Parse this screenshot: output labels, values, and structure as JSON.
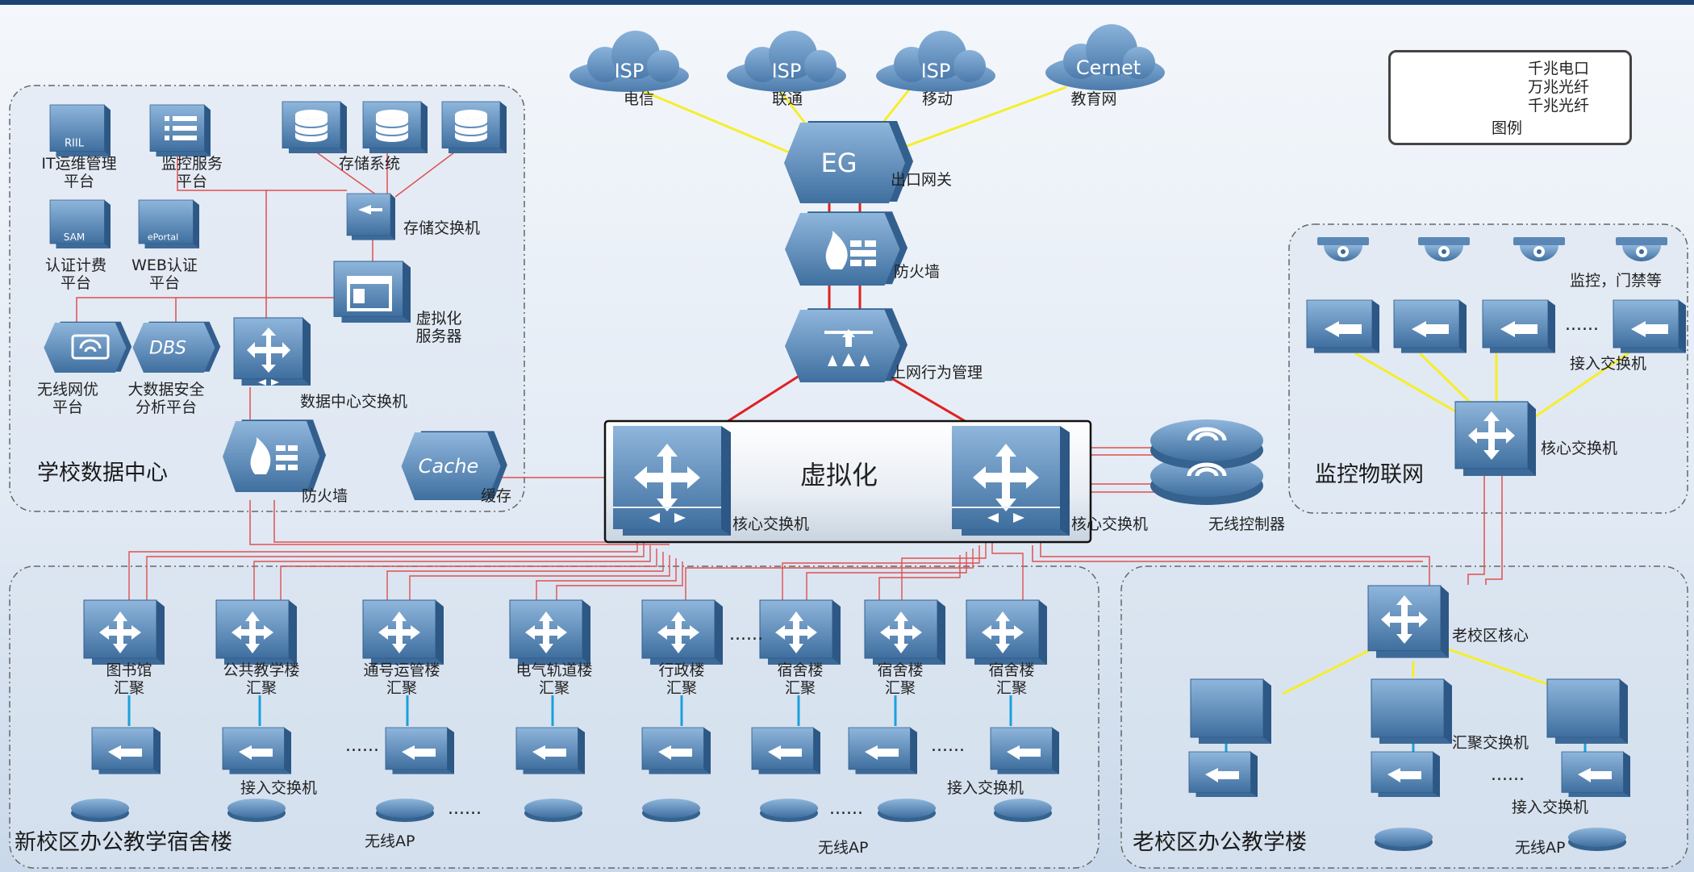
{
  "colors": {
    "copper_gigabit": "#1565c0",
    "fiber_10g": "#e02020",
    "fiber_gigabit": "#ffd21e",
    "device": "#5e8fc0",
    "device_dark": "#2f5f8f",
    "header_bar": "#1d4275"
  },
  "legend": {
    "items": [
      {
        "label": "千兆电口",
        "color": "#1565c0"
      },
      {
        "label": "万兆光纤",
        "color": "#e02020"
      },
      {
        "label": "千兆光纤",
        "color": "#ffd21e"
      }
    ],
    "title": "图例"
  },
  "isp": {
    "clouds": [
      {
        "text": "ISP",
        "label": "电信"
      },
      {
        "text": "ISP",
        "label": "联通"
      },
      {
        "text": "ISP",
        "label": "移动"
      },
      {
        "text": "Cernet",
        "label": "教育网"
      }
    ]
  },
  "core_path": {
    "eg_text": "EG",
    "eg_label": "出口网关",
    "firewall_label": "防火墙",
    "behavior_label": "上网行为管理",
    "virtual_text": "虚拟化",
    "core_switch_label": "核心交换机",
    "wireless_controller_label": "无线控制器"
  },
  "datacenter": {
    "title": "学校数据中心",
    "it_ops_icon_text": "RIIL",
    "it_ops": [
      "IT运维管理",
      "平台"
    ],
    "monitor_service": [
      "监控服务",
      "平台"
    ],
    "storage": "存储系统",
    "storage_switch": "存储交换机",
    "auth_icon_text": "SAM",
    "auth": [
      "认证计费",
      "平台"
    ],
    "web_icon_text": "ePortal",
    "web": [
      "WEB认证",
      "平台"
    ],
    "virtual_server": [
      "虚拟化",
      "服务器"
    ],
    "wireless_opt": [
      "无线网优",
      "平台"
    ],
    "bigdata_icon_text": "DBS",
    "bigdata": [
      "大数据安全",
      "分析平台"
    ],
    "dc_switch": "数据中心交换机",
    "firewall": "防火墙",
    "cache_text": "Cache",
    "cache": "缓存"
  },
  "iot": {
    "title": "监控物联网",
    "cameras": "监控，门禁等",
    "dots": "......",
    "access_switch": "接入交换机",
    "core_switch": "核心交换机"
  },
  "new_campus": {
    "title": "新校区办公教学宿舍楼",
    "aggregations": [
      {
        "name": "图书馆",
        "sub": "汇聚"
      },
      {
        "name": "公共教学楼",
        "sub": "汇聚"
      },
      {
        "name": "通号运管楼",
        "sub": "汇聚"
      },
      {
        "name": "电气轨道楼",
        "sub": "汇聚"
      },
      {
        "name": "行政楼",
        "sub": "汇聚"
      },
      {
        "name": "宿舍楼",
        "sub": "汇聚"
      },
      {
        "name": "宿舍楼",
        "sub": "汇聚"
      },
      {
        "name": "宿舍楼",
        "sub": "汇聚"
      }
    ],
    "access_switch": "接入交换机",
    "access_switch_2": "接入交换机",
    "wireless_ap": "无线AP",
    "wireless_ap_2": "无线AP",
    "dots": "......"
  },
  "old_campus": {
    "title": "老校区办公教学楼",
    "core": "老校区核心",
    "agg": "汇聚交换机",
    "access": "接入交换机",
    "ap": "无线AP",
    "dots": "......"
  }
}
